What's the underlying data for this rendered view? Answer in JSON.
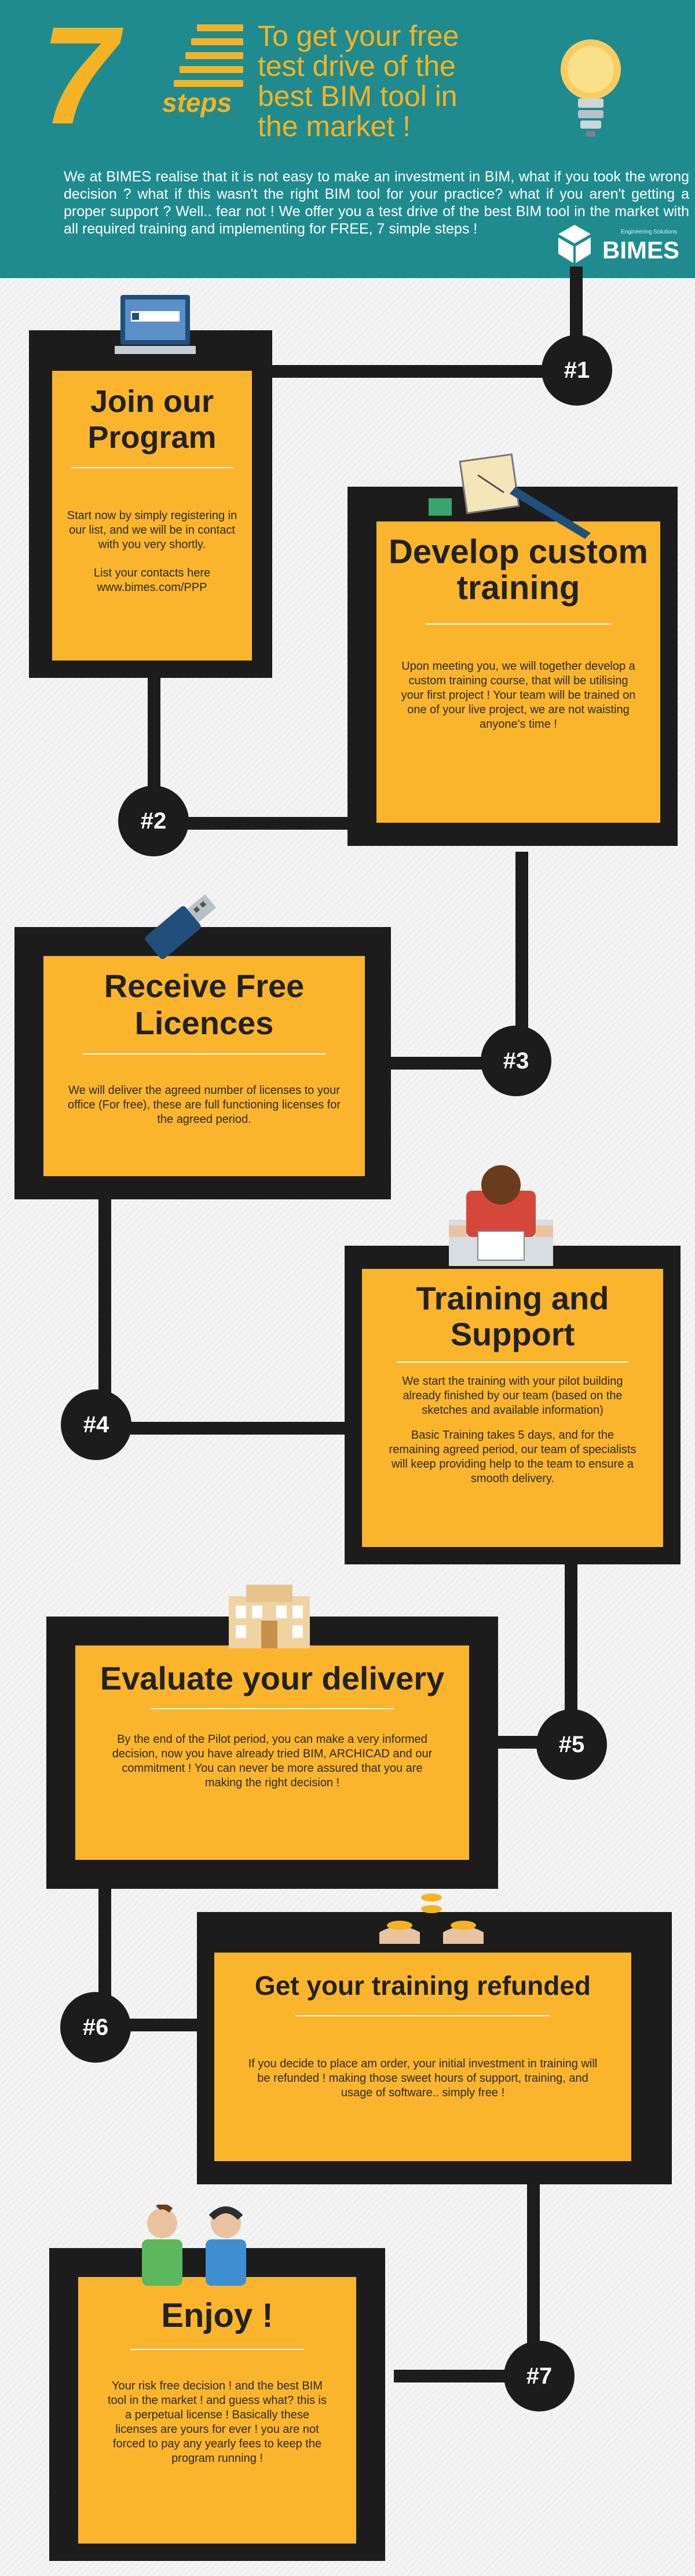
{
  "header": {
    "seven": "7",
    "steps_word": "steps",
    "title": "To get your free test drive of the best BIM tool in the market !",
    "intro": "We at BIMES realise that it is not easy to make an investment in BIM, what if you took the wrong decision ? what if this wasn't the right BIM tool for your practice? what if you aren't getting a proper support ? Well.. fear not ! We offer you a test drive of the best BIM tool in the market with all required training and implementing for FREE, 7 simple steps !",
    "logo_name": "BIMES",
    "logo_tagline": "Engineering Solutions"
  },
  "steps": [
    {
      "badge": "#1",
      "title": "Join our Program",
      "body": "Start now by simply registering in our list, and we will be in contact with you very shortly.",
      "body2": "List your contacts here www.bimes.com/PPP",
      "icon": "computer-icon"
    },
    {
      "badge": "#2",
      "title": "Develop custom training",
      "body": "Upon meeting you, we will together develop a custom training course, that will be utilising your first project ! Your team will be trained on one of your live project, we are not waisting anyone's time !",
      "icon": "blueprint-icon"
    },
    {
      "badge": "#3",
      "title": "Receive Free Licences",
      "body": "We will deliver the agreed number of licenses to your office (For free), these are full functioning licenses for the agreed period.",
      "icon": "usb-icon"
    },
    {
      "badge": "#4",
      "title": "Training and Support",
      "body": "We start the training with your pilot building already finished by our team (based on the sketches and available information)",
      "body2": "Basic Training takes 5 days, and for the remaining agreed period, our team of specialists will keep providing help to the team to ensure a smooth delivery.",
      "icon": "person-at-desk-icon"
    },
    {
      "badge": "#5",
      "title": "Evaluate your delivery",
      "body": "By the end of the Pilot period, you can make a very informed decision, now you have already tried BIM, ARCHICAD and our commitment ! You can never be more assured that you are making the right decision !",
      "icon": "building-icon"
    },
    {
      "badge": "#6",
      "title": "Get your training refunded",
      "body": "If you decide to place am order, your initial investment in training will be refunded ! making those sweet hours of support, training, and usage of software.. simply free !",
      "icon": "coins-in-hands-icon"
    },
    {
      "badge": "#7",
      "title": "Enjoy !",
      "body": "Your risk free decision ! and the best BIM tool in the market ! and guess what? this is a perpetual license ! Basically these licenses are yours for ever ! you are not forced to pay any yearly fees to keep the program running !",
      "icon": "two-people-icon"
    }
  ],
  "colors": {
    "teal": "#1f8b8e",
    "yellow": "#fbb52d",
    "dark": "#1c1c1c"
  }
}
